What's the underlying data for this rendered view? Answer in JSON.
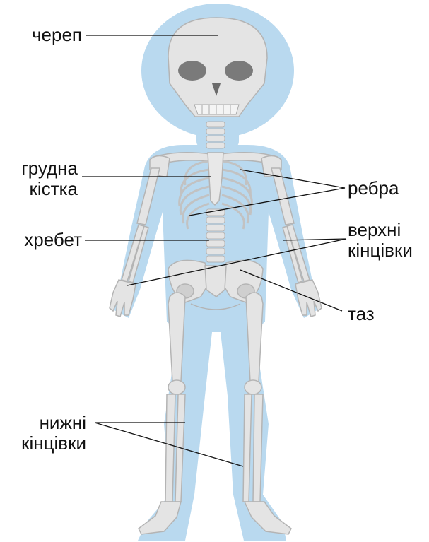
{
  "labels": {
    "skull": "череп",
    "sternum_1": "грудна",
    "sternum_2": "кістка",
    "ribs": "ребра",
    "spine": "хребет",
    "upper_limbs_1": "верхні",
    "upper_limbs_2": "кінцівки",
    "pelvis": "таз",
    "lower_limbs_1": "нижні",
    "lower_limbs_2": "кінцівки"
  },
  "colors": {
    "body_silhouette": "#b9d9ef",
    "bone": "#e4e4e4",
    "bone_outline": "#b4b4b4",
    "leader_line": "#111111"
  }
}
